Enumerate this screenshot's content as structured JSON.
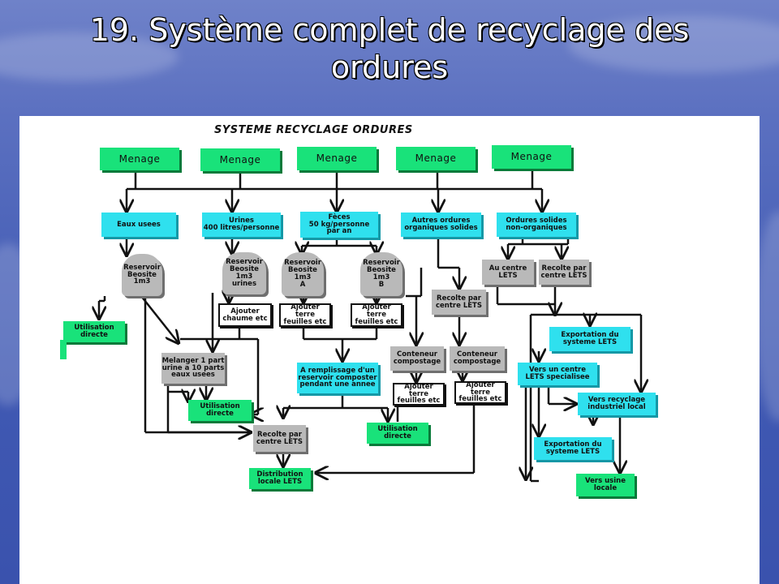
{
  "slide": {
    "title_line1": "19. Système complet de recyclage des",
    "title_line2": "ordures"
  },
  "diagram": {
    "title": "SYSTEME RECYCLAGE ORDURES",
    "menage": [
      "Menage",
      "Menage",
      "Menage",
      "Menage",
      "Menage"
    ],
    "eaux_usees": "Eaux usees",
    "urines": "Urines\n400 litres/personne",
    "feces": "Fèces\n50 kg/personne\npar an",
    "autres_ordures": "Autres ordures\norganiques solides",
    "ordures_solides": "Ordures solides\nnon-organiques",
    "reservoir_beosite": "Reservoir\nBeosite\n1m3",
    "reservoir_urines": "Reservoir\nBeosite\n1m3\nurines",
    "reservoir_a": "Reservoir\nBeosite\n1m3\nA",
    "reservoir_b": "Reservoir\nBeosite\n1m3\nB",
    "au_centre_lets": "Au centre\nLETS",
    "recolte_centre_lets_top": "Recolte par\ncentre LETS",
    "recolte_centre_lets_mid": "Recolte par\ncentre LETS",
    "utilisation_directe_1": "Utilisation\ndirecte",
    "ajouter_chaume": "Ajouter\nchaume etc",
    "ajouter_terre_a": "Ajouter terre\nfeuilles etc",
    "ajouter_terre_b": "Ajouter terre\nfeuilles etc",
    "melanger": "Melanger 1 part\nurine a 10 parts\neaux usees",
    "a_remplissage": "A remplissage d'un\nreservoir composter\npendant une annee",
    "conteneur_compostage_1": "Conteneur\ncompostage",
    "conteneur_compostage_2": "Conteneur\ncompostage",
    "ajouter_terre_c": "Ajouter terre\nfeuilles etc",
    "ajouter_terre_d": "Ajouter terre\nfeuilles etc",
    "utilisation_directe_2": "Utilisation\ndirecte",
    "recolte_centre_lets_bottom": "Recolte par\ncentre LETS",
    "utilisation_directe_3": "Utilisation\ndirecte",
    "distribution_locale": "Distribution\nlocale LETS",
    "exportation_1": "Exportation du\nsysteme LETS",
    "vers_centre_lets": "Vers un centre\nLETS specialisee",
    "vers_recyclage": "Vers recyclage\nindustriel local",
    "exportation_2": "Exportation du\nsysteme LETS",
    "vers_usine": "Vers usine\nlocale"
  },
  "colors": {
    "green_box": "#19e27a",
    "cyan_box": "#2fe0ee",
    "grey_box": "#b9b9b9",
    "background_blue": "#4a62b8"
  }
}
